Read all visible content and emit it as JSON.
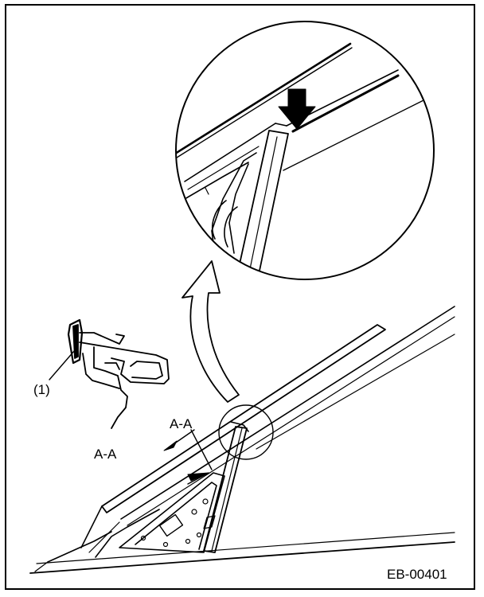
{
  "labels": {
    "part_number": "(1)",
    "section_left": "A-A",
    "section_right": "A-A",
    "figure_code": "EB-00401"
  },
  "colors": {
    "line": "#000000",
    "background": "#ffffff"
  }
}
